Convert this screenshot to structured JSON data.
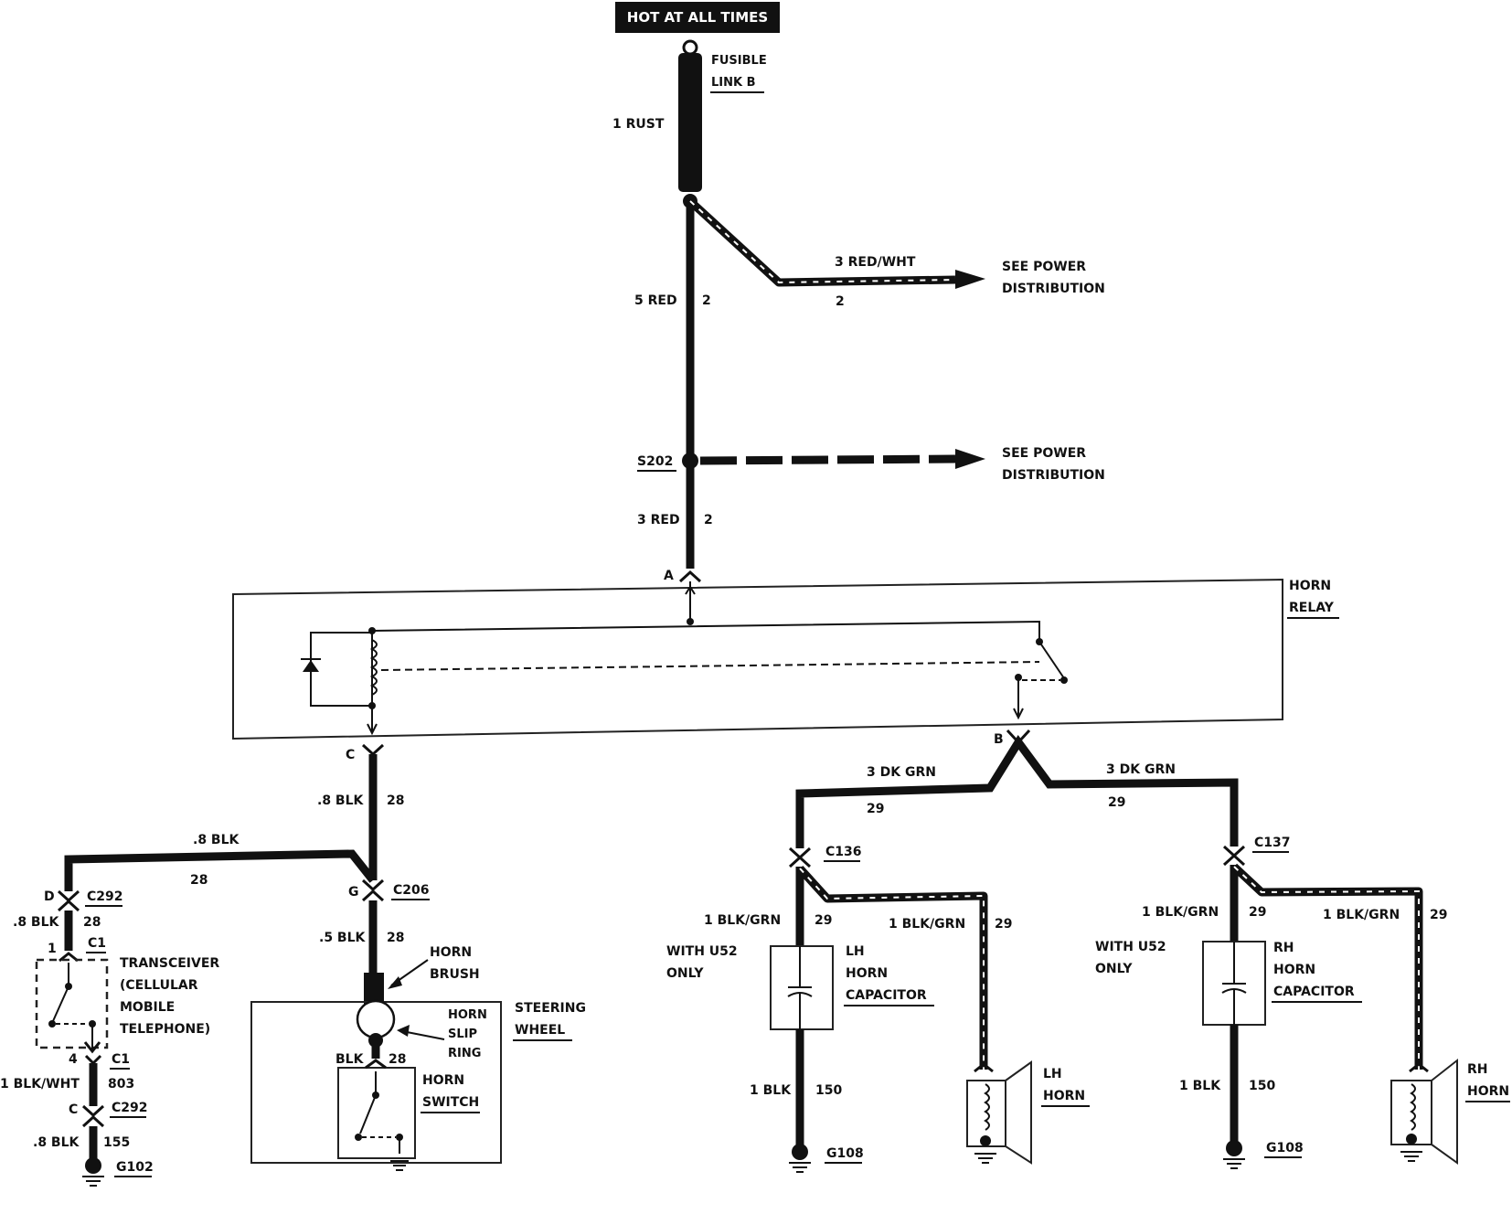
{
  "header": "HOT AT ALL TIMES",
  "fusible_link": [
    "FUSIBLE",
    "LINK B"
  ],
  "wires": {
    "rust": "1 RUST",
    "red5": "5 RED",
    "red5_circuit": "2",
    "redwht": "3 RED/WHT",
    "redwht_circuit": "2",
    "red3": "3 RED",
    "red3_circuit": "2",
    "blk_c": ".8 BLK",
    "blk_c_circuit": "28",
    "blk_top": ".8 BLK",
    "blk_top_circuit": "28",
    "blk_d": ".8 BLK",
    "blk_d_circuit": "28",
    "blk5": ".5 BLK",
    "blk5_circuit": "28",
    "blk_sw": "BLK",
    "blk_sw_circuit": "28",
    "blkwht": "1 BLK/WHT",
    "blkwht_circuit": "803",
    "blk155": ".8 BLK",
    "blk155_circuit": "155",
    "dkgrn_l": "3 DK GRN",
    "dkgrn_l_circuit": "29",
    "dkgrn_r": "3 DK GRN",
    "dkgrn_r_circuit": "29",
    "blkgrn_lcap": "1 BLK/GRN",
    "blkgrn_lcap_circuit": "29",
    "blkgrn_lhorn": "1 BLK/GRN",
    "blkgrn_lhorn_circuit": "29",
    "blkgrn_rcap": "1 BLK/GRN",
    "blkgrn_rcap_circuit": "29",
    "blkgrn_rhorn": "1 BLK/GRN",
    "blkgrn_rhorn_circuit": "29",
    "blk150_l": "1 BLK",
    "blk150_l_circuit": "150",
    "blk150_r": "1 BLK",
    "blk150_r_circuit": "150"
  },
  "see_power": [
    "SEE POWER",
    "DISTRIBUTION"
  ],
  "splice": "S202",
  "horn_relay": [
    "HORN",
    "RELAY"
  ],
  "terminals": {
    "a": "A",
    "b": "B",
    "c": "C",
    "g": "G",
    "d": "D",
    "one": "1",
    "four": "4"
  },
  "connectors": {
    "c206": "C206",
    "c292_top": "C292",
    "c1_top": "C1",
    "c1_bottom": "C1",
    "c292_bottom": "C292",
    "c136": "C136",
    "c137": "C137"
  },
  "transceiver": [
    "TRANSCEIVER",
    "(CELLULAR",
    "MOBILE",
    "TELEPHONE)"
  ],
  "horn_brush": [
    "HORN",
    "BRUSH"
  ],
  "slip_ring": [
    "HORN",
    "SLIP",
    "RING"
  ],
  "steering_wheel": [
    "STEERING",
    "WHEEL"
  ],
  "horn_switch": [
    "HORN",
    "SWITCH"
  ],
  "with_u52": [
    "WITH U52",
    "ONLY"
  ],
  "lh_cap": [
    "LH",
    "HORN",
    "CAPACITOR"
  ],
  "rh_cap": [
    "RH",
    "HORN",
    "CAPACITOR"
  ],
  "lh_horn": [
    "LH",
    "HORN"
  ],
  "rh_horn": [
    "RH",
    "HORN"
  ],
  "grounds": {
    "g102": "G102",
    "g108_l": "G108",
    "g108_r": "G108"
  }
}
